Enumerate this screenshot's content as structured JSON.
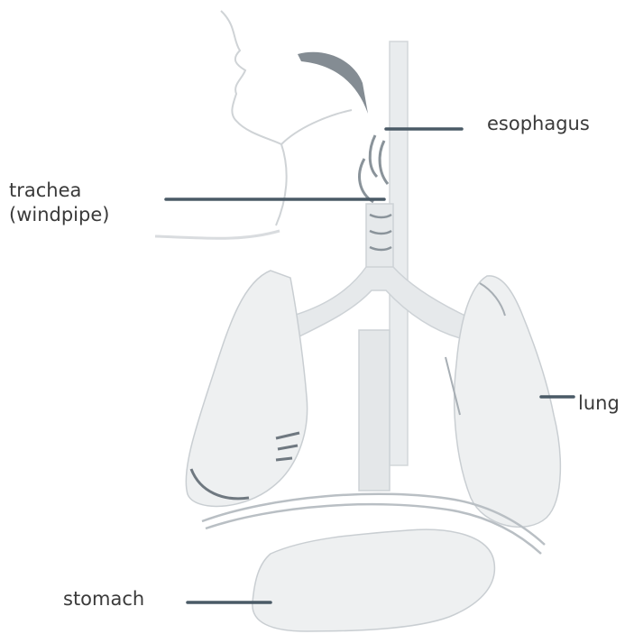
{
  "labels": {
    "esophagus": "esophagus",
    "trachea_line1": "trachea",
    "trachea_line2": "(windpipe)",
    "lung": "lung",
    "stomach": "stomach"
  },
  "colors": {
    "leader_line": "#4a5a66",
    "organ_fill": "#eef0f1",
    "organ_outline": "#c9ced2",
    "dark_shading": "#6f7880"
  }
}
